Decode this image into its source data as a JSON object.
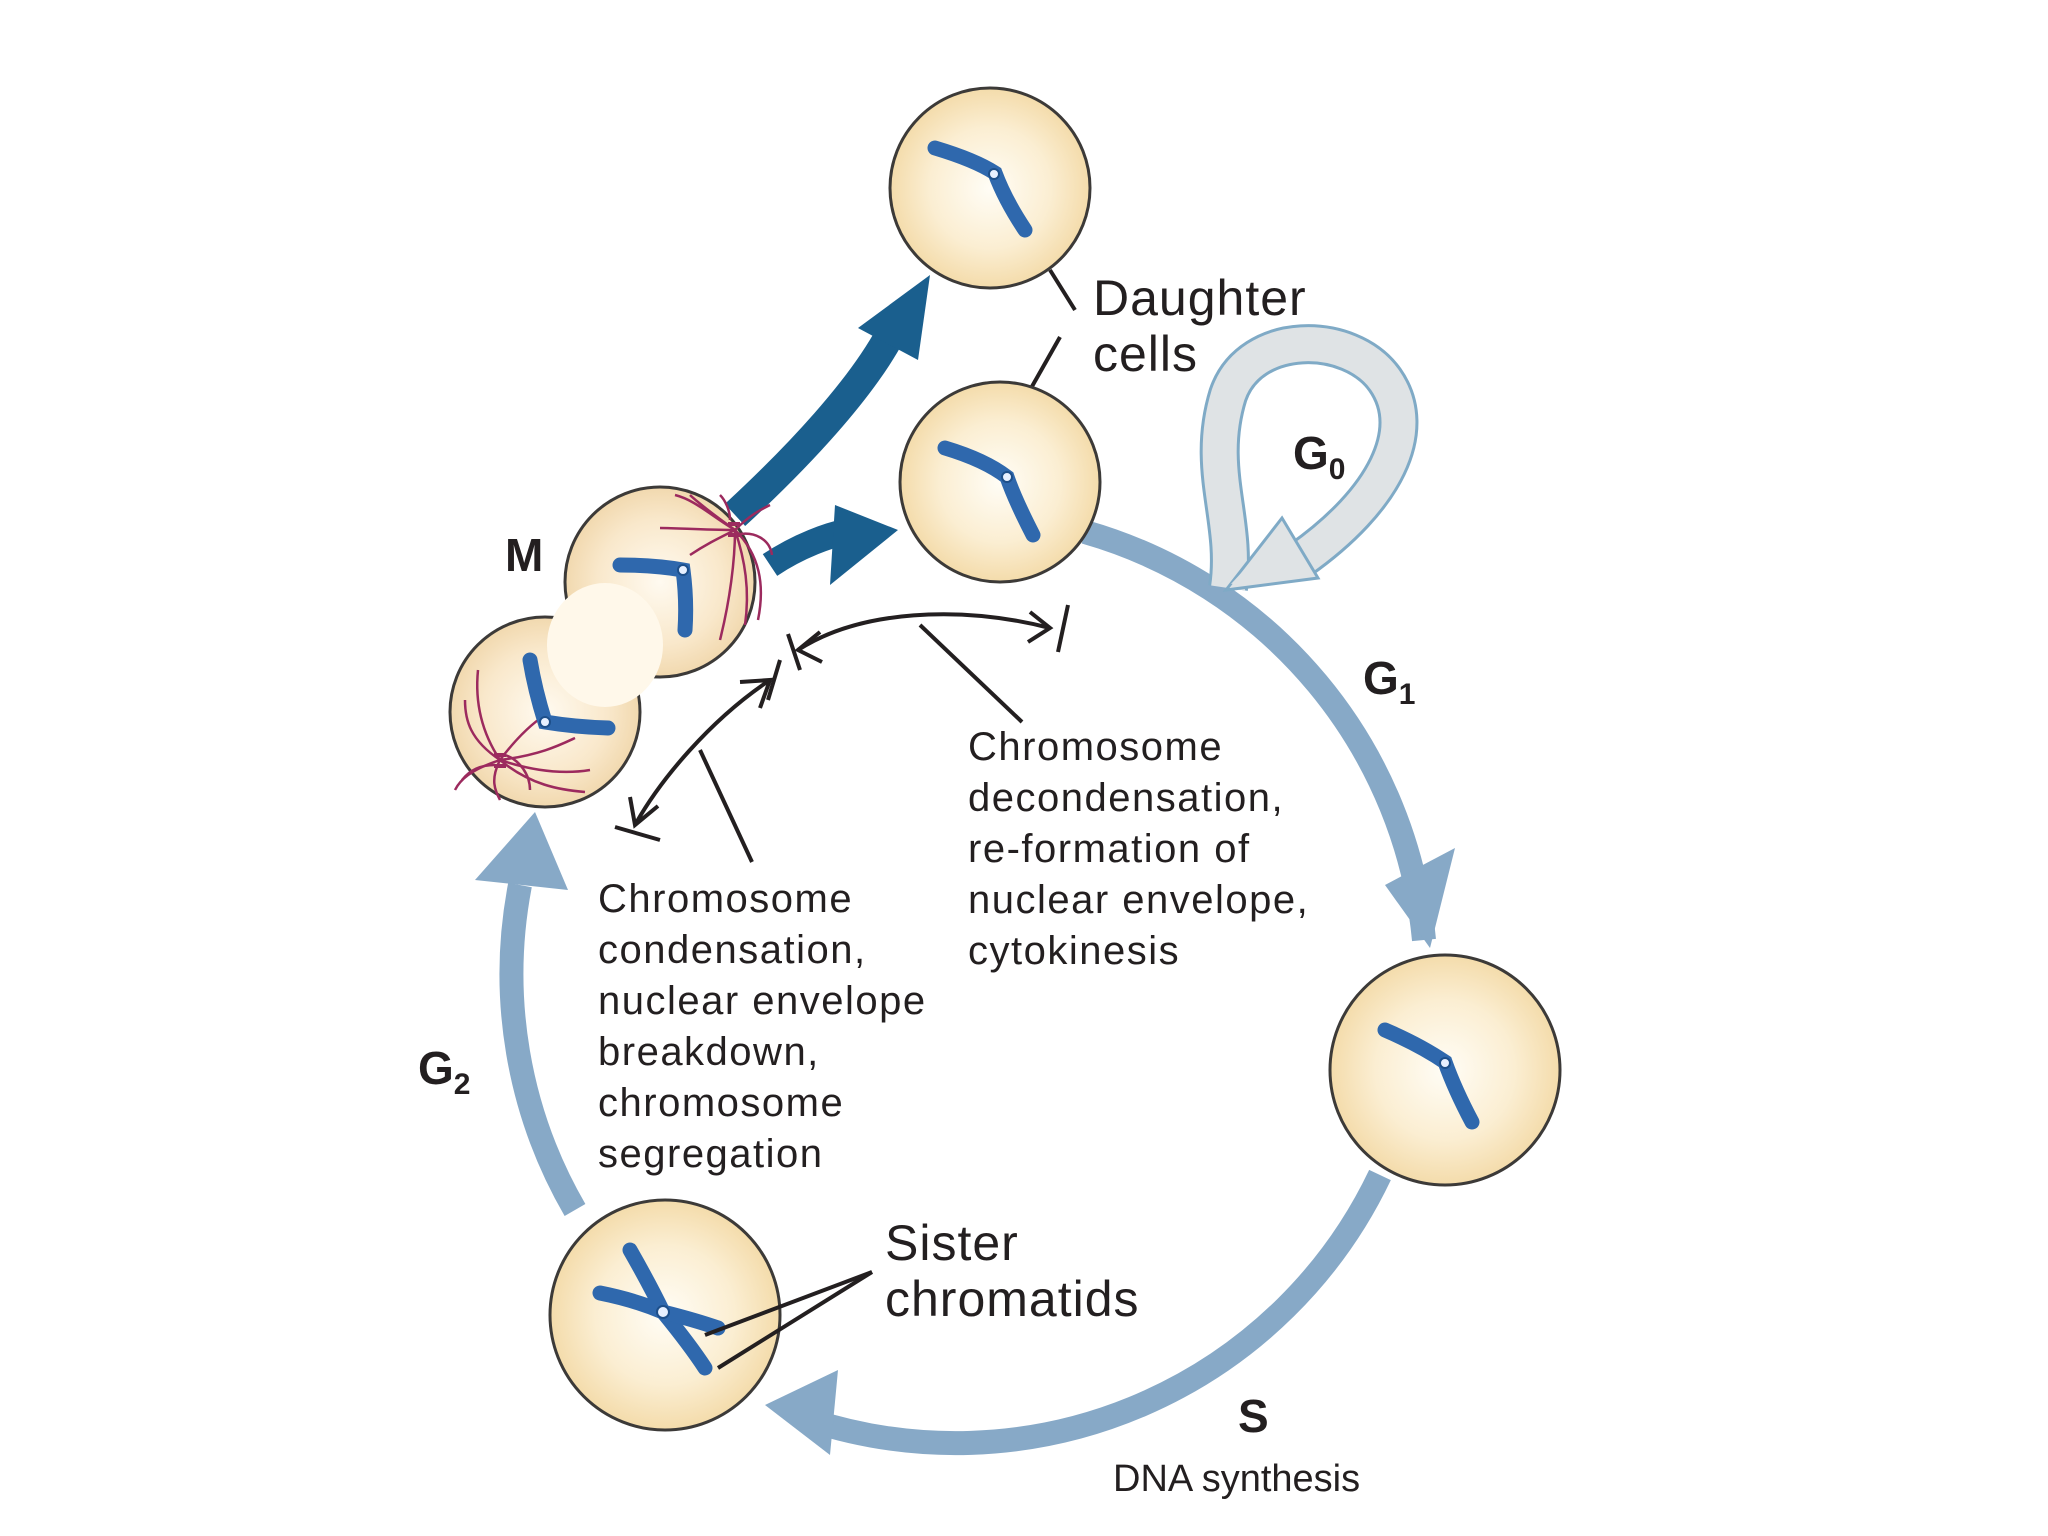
{
  "labels": {
    "daughter_line1": "Daughter",
    "daughter_line2": "cells",
    "g0": "G",
    "g0_sub": "0",
    "g1": "G",
    "g1_sub": "1",
    "g2": "G",
    "g2_sub": "2",
    "m": "M",
    "s": "S",
    "s_desc": "DNA synthesis",
    "sister_line1": "Sister",
    "sister_line2": "chromatids"
  },
  "descriptions": {
    "right": [
      "Chromosome",
      "decondensation,",
      "re-formation of",
      "nuclear envelope,",
      "cytokinesis"
    ],
    "left": [
      "Chromosome",
      "condensation,",
      "nuclear envelope",
      "breakdown,",
      "chromosome",
      "segregation"
    ]
  },
  "colors": {
    "cycle_arrow": "#87a9c7",
    "mitosis_arrow": "#1a5f8e",
    "g0_loop_fill": "#dfe3e5",
    "g0_loop_stroke": "#7faac6",
    "cell_fill": "#f5dba8",
    "cell_stroke": "#3c3a38",
    "chromosome": "#2f68ad",
    "spindle": "#9c2a5e",
    "text": "#231f20"
  }
}
